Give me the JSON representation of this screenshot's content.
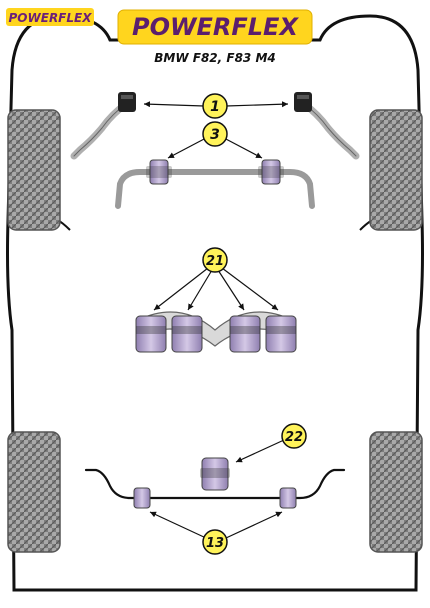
{
  "header": {
    "small_logo": "POWERFLEX",
    "main_logo": "POWERFLEX",
    "vehicle_title": "BMW F82, F83 M4"
  },
  "callouts": [
    {
      "id": "front-top-mount",
      "number": "1"
    },
    {
      "id": "front-anti-roll-bar",
      "number": "3"
    },
    {
      "id": "subframe-lower-arms",
      "number": "21"
    },
    {
      "id": "rear-diff-mount",
      "number": "22"
    },
    {
      "id": "rear-anti-roll-bar",
      "number": "13"
    }
  ],
  "colors": {
    "bushing_purple": "#b7a7cf",
    "bushing_dark": "#2a2a2a",
    "callout_fill": "#fff35a",
    "logo_yellow": "#ffd51e",
    "tyre_grey": "#888888",
    "bar_grey": "#9a9a9a"
  }
}
